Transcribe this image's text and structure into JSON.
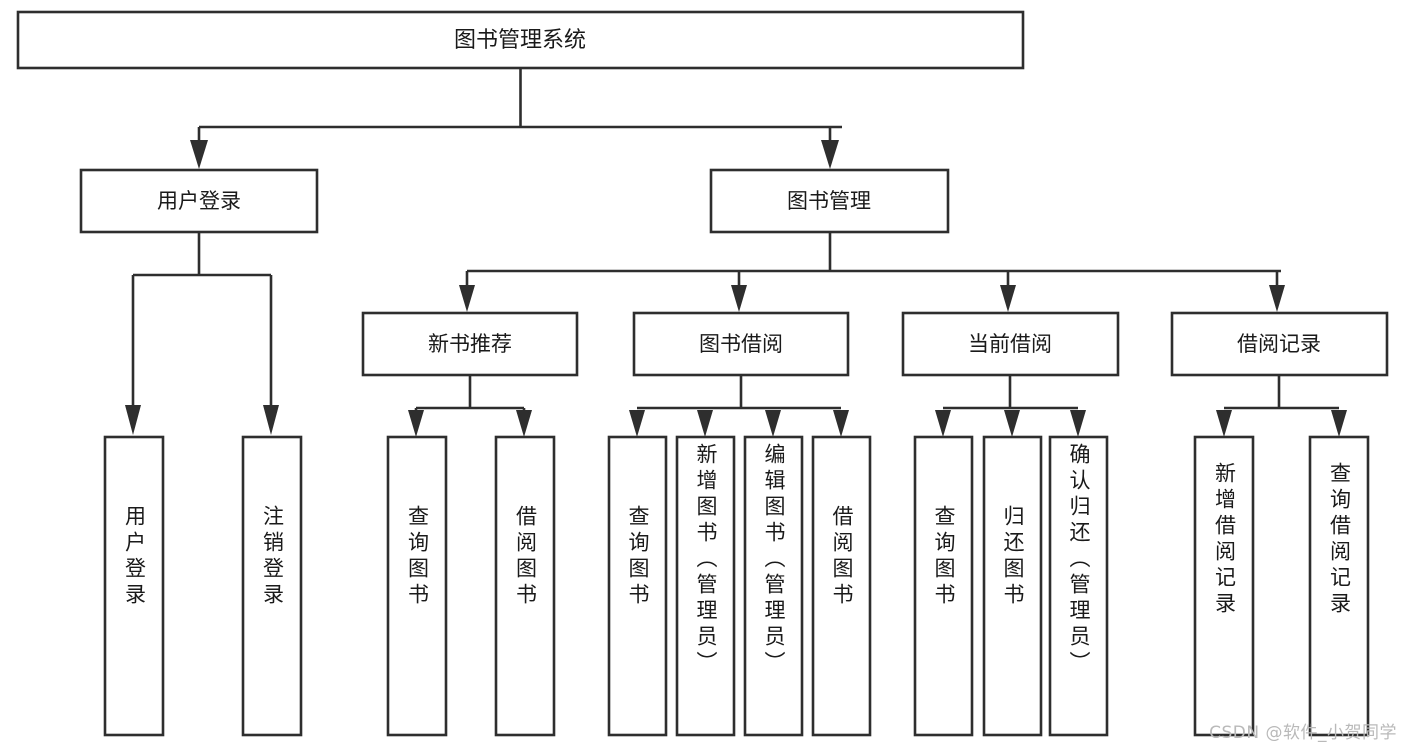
{
  "diagram": {
    "title": "图书管理系统",
    "type": "tree-hierarchy",
    "watermark": "CSDN @软件_小贺同学",
    "colors": {
      "stroke": "#2e2e2e",
      "fill": "#ffffff",
      "text": "#1a1a1a",
      "watermark": "#b9b9b9"
    },
    "nodes": {
      "root": {
        "label": "图书管理系统"
      },
      "level2": [
        {
          "id": "user-login",
          "label": "用户登录"
        },
        {
          "id": "book-management",
          "label": "图书管理"
        }
      ],
      "level3": [
        {
          "id": "new-book-recommend",
          "label": "新书推荐"
        },
        {
          "id": "book-borrow",
          "label": "图书借阅"
        },
        {
          "id": "current-borrow",
          "label": "当前借阅"
        },
        {
          "id": "borrow-record",
          "label": "借阅记录"
        }
      ],
      "leaves": {
        "user-login": [
          {
            "id": "leaf-user-login",
            "label": "用户登录"
          },
          {
            "id": "leaf-logout-login",
            "label": "注销登录"
          }
        ],
        "new-book-recommend": [
          {
            "id": "leaf-query-book-1",
            "label": "查询图书"
          },
          {
            "id": "leaf-borrow-book-1",
            "label": "借阅图书"
          }
        ],
        "book-borrow": [
          {
            "id": "leaf-query-book-2",
            "label": "查询图书"
          },
          {
            "id": "leaf-add-book",
            "label": "新增图书（管理员）"
          },
          {
            "id": "leaf-edit-book",
            "label": "编辑图书（管理员）"
          },
          {
            "id": "leaf-borrow-book-2",
            "label": "借阅图书"
          }
        ],
        "current-borrow": [
          {
            "id": "leaf-query-book-3",
            "label": "查询图书"
          },
          {
            "id": "leaf-return-book",
            "label": "归还图书"
          },
          {
            "id": "leaf-confirm-return",
            "label": "确认归还（管理员）"
          }
        ],
        "borrow-record": [
          {
            "id": "leaf-add-record",
            "label": "新增借阅记录"
          },
          {
            "id": "leaf-query-record",
            "label": "查询借阅记录"
          }
        ]
      }
    }
  }
}
